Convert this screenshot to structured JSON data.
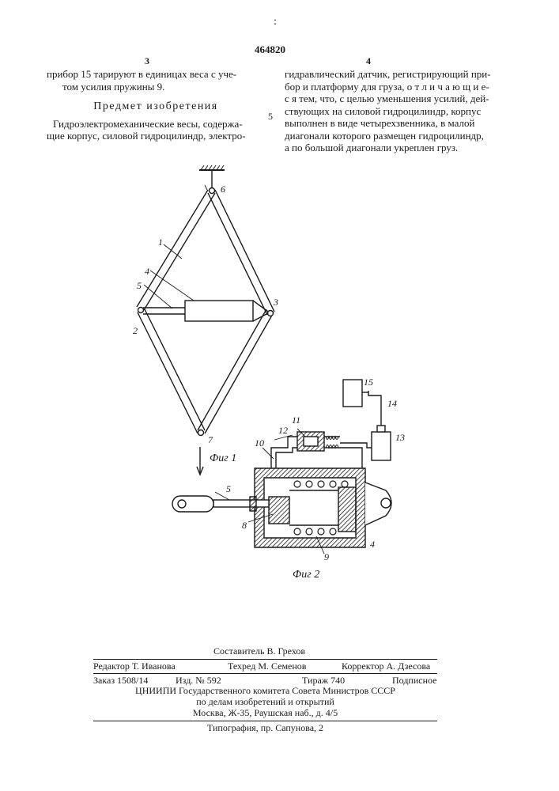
{
  "patent_number": "464820",
  "top_marks": ":",
  "col_left": {
    "page_num": "3",
    "line1": "прибор 15 тарируют в единицах веса с уче-",
    "line2": "том усилия пружины 9.",
    "heading": "Предмет изобретения",
    "line3": "Гидроэлектромеханические весы, содержа-",
    "line4": "щие корпус, силовой гидроцилиндр, электро-"
  },
  "col_right": {
    "page_num": "4",
    "line_marker": "5",
    "lines": [
      "гидравлический датчик, регистрирующий при-",
      "бор и платформу для груза, о т л и ч а ю щ и е-",
      "с я тем, что, с целью уменьшения усилий, дей-",
      "ствующих на силовой гидроцилиндр, корпус",
      "выполнен в виде четырехзвенника, в малой",
      "диагонали которого размещен гидроцилиндр,",
      "а по большой диагонали укреплен груз."
    ]
  },
  "figures": {
    "fig1_caption": "Фиг 1",
    "fig2_caption": "Фиг 2",
    "fig1_labels": [
      "1",
      "2",
      "3",
      "4",
      "5",
      "6",
      "7"
    ],
    "fig2_labels": [
      "4",
      "5",
      "8",
      "9",
      "10",
      "11",
      "12",
      "13",
      "14",
      "15"
    ]
  },
  "imprint": {
    "compiler": "Составитель В. Грехов",
    "editor": "Редактор Т. Иванова",
    "techred": "Техред М. Семенов",
    "corrector": "Корректор А. Дзесова",
    "order": "Заказ 1508/14",
    "edition": "Изд. № 592",
    "circulation": "Тираж 740",
    "subscription": "Подписное",
    "org_line1": "ЦНИИПИ Государственного комитета Совета Министров СССР",
    "org_line2": "по делам изобретений и открытий",
    "org_line3": "Москва, Ж-35, Раушская наб., д. 4/5",
    "typography": "Типография, пр. Сапунова, 2"
  }
}
